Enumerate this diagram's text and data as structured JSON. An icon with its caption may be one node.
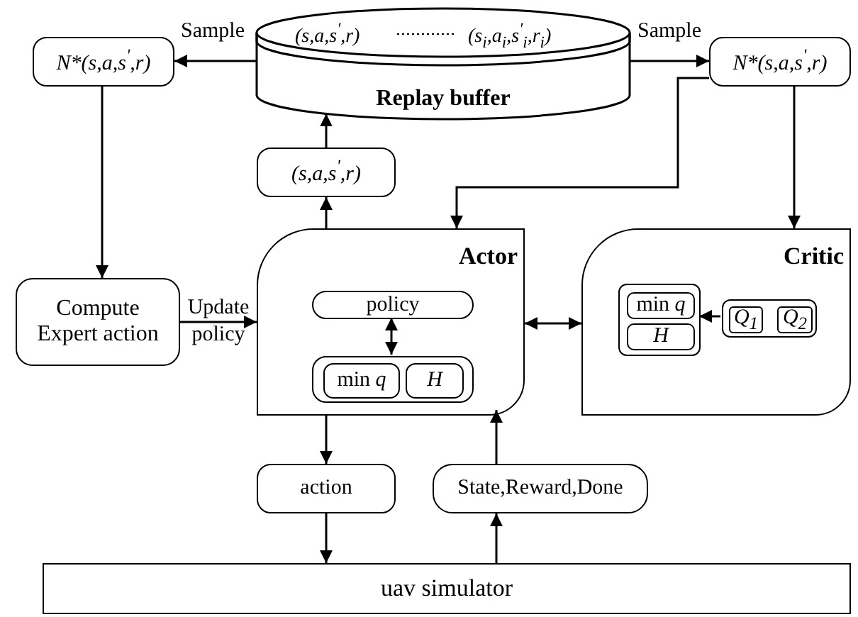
{
  "diagram": {
    "nodes": [
      {
        "text": [
          "(s,a,s$^{'}$,r)",
          "(s$_{i}$,a$_{i}$,s$^{'}$$_{i}$,r$_{i}$)",
          "Replay buffer"
        ]
      },
      {
        "text": [
          "N*(s,a,s$^{'}$,r)"
        ]
      },
      {
        "text": [
          "N*(s,a,s$^{'}$,r)"
        ]
      },
      {
        "text": [
          "(s,a,s$^{'}$,r)"
        ]
      },
      {
        "text": [
          "Compute Expert action"
        ]
      },
      {
        "text": [
          "Actor"
        ]
      },
      {
        "text": [
          "policy"
        ],
        "in": 5
      },
      {
        "text": [],
        "shape": "box",
        "in": 5
      },
      {
        "text": [
          "min *q*"
        ],
        "in": 7
      },
      {
        "text": [
          "H"
        ],
        "in": 7
      },
      {
        "text": [
          "Critic"
        ]
      },
      {
        "text": [],
        "shape": "box",
        "in": 10
      },
      {
        "text": [
          "min *q*"
        ],
        "in": 11
      },
      {
        "text": [
          "H"
        ],
        "in": 11
      },
      {
        "text": [],
        "shape": "box",
        "in": 10
      },
      {
        "text": [
          "Q$_{1}$"
        ],
        "in": 14
      },
      {
        "text": [
          "Q$_{2}$"
        ],
        "in": 14
      },
      {
        "text": [
          "action"
        ]
      },
      {
        "text": [
          "State,Reward,Done"
        ]
      },
      {
        "text": [
          "uav simulator"
        ]
      }
    ],
    "edges": [
      {
        "from": 0,
        "to": 1,
        "arrow": "to",
        "label": "Sample"
      },
      {
        "from": 0,
        "to": 2,
        "arrow": "to",
        "label": "Sample"
      },
      {
        "from": 1,
        "to": 4,
        "arrow": "to"
      },
      {
        "from": 2,
        "to": 10,
        "arrow": "to"
      },
      {
        "from": 2,
        "to": 5,
        "arrow": "to"
      },
      {
        "from": 5,
        "to": 3,
        "arrow": "to"
      },
      {
        "from": 3,
        "to": 0,
        "arrow": "to"
      },
      {
        "from": 4,
        "to": 5,
        "arrow": "to",
        "label": "Update policy"
      },
      {
        "from": 6,
        "to": 7,
        "arrow": "both"
      },
      {
        "from": 5,
        "to": 10,
        "arrow": "both"
      },
      {
        "from": 14,
        "to": 11,
        "arrow": "to"
      },
      {
        "from": 5,
        "to": 17,
        "arrow": "to"
      },
      {
        "from": 17,
        "to": 19,
        "arrow": "to"
      },
      {
        "from": 19,
        "to": 18,
        "arrow": "to"
      },
      {
        "from": 18,
        "to": 5,
        "arrow": "to"
      }
    ]
  }
}
